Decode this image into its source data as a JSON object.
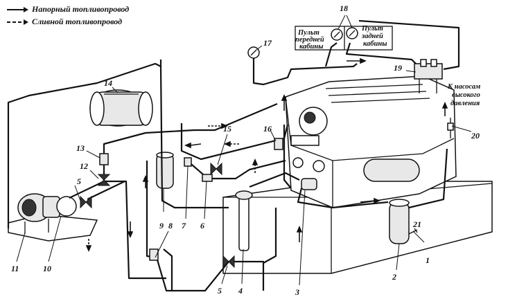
{
  "legend": {
    "pressure_line": "Напорный топливопровод",
    "drain_line": "Сливной топливопровод"
  },
  "labels": {
    "front_cab_console": [
      "Пульт",
      "передней",
      "кабины"
    ],
    "rear_cab_console": [
      "Пульт",
      "задней",
      "кабины"
    ],
    "to_hp_pumps": [
      "К насосам",
      "высокого",
      "давления"
    ]
  },
  "numbers": {
    "n1": "1",
    "n2": "2",
    "n3": "3",
    "n4": "4",
    "n5a": "5",
    "n5b": "5",
    "n6": "6",
    "n7": "7",
    "n8": "8",
    "n9": "9",
    "n10": "10",
    "n11": "11",
    "n12": "12",
    "n13": "13",
    "n14": "14",
    "n15": "15",
    "n16": "16",
    "n17": "17",
    "n18": "18",
    "n19": "19",
    "n20": "20",
    "n21": "21"
  }
}
